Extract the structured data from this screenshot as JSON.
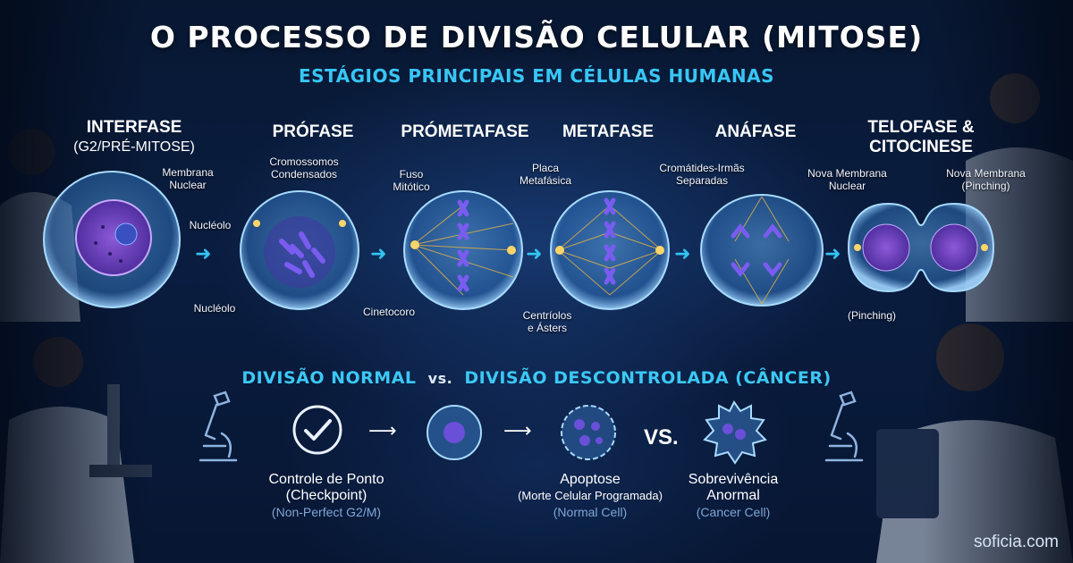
{
  "header": {
    "title": "O PROCESSO DE DIVISÃO CELULAR (MITOSE)",
    "subtitle": "ESTÁGIOS PRINCIPAIS EM CÉLULAS HUMANAS"
  },
  "stages": [
    {
      "name": "INTERFASE",
      "sub": "(G2/PRÉ-MITOSE)"
    },
    {
      "name": "PRÓFASE"
    },
    {
      "name": "PRÓMETAFASE"
    },
    {
      "name": "METAFASE"
    },
    {
      "name": "ANÁFASE"
    },
    {
      "name": "TELOFASE &",
      "sub": "CITOCINESE"
    }
  ],
  "annotations": {
    "membrana_nuclear": "Membrana\nNuclear",
    "nucleolo_1": "Nucléolo",
    "nucleolo_2": "Nucléolo",
    "cromossomos": "Cromossomos\nCondensados",
    "fuso": "Fuso\nMitótico",
    "cinetocoro": "Cinetocoro",
    "placa": "Placa\nMetafásica",
    "centriolos": "Centríolos\ne Ásters",
    "cromatides": "Cromátides-Irmãs\nSeparadas",
    "nova_membrana_1": "Nova Membrana\nNuclear",
    "nova_membrana_2": "Nova Membrana\n(Pinching)",
    "pinching": "(Pinching)"
  },
  "bottom": {
    "normal": "DIVISÃO NORMAL",
    "vs_small": "vs.",
    "cancer": "DIVISÃO DESCONTROLADA (CÂNCER)",
    "checkpoint": {
      "line1": "Controle de Ponto",
      "line2": "(Checkpoint)",
      "note": "(Non-Perfect G2/M)"
    },
    "apoptose": {
      "line1": "Apoptose",
      "line2": "(Morte Celular Programada)",
      "note": "(Normal Cell)"
    },
    "sobrevivencia": {
      "line1": "Sobrevivência",
      "line2": "Anormal",
      "note": "(Cancer Cell)"
    },
    "vs_big": "VS."
  },
  "brand": "soficia.com",
  "colors": {
    "accent": "#38c6f4",
    "chromosome": "#6a4fd8",
    "spindle": "#e7b443",
    "cell": "#3e7fc4"
  }
}
